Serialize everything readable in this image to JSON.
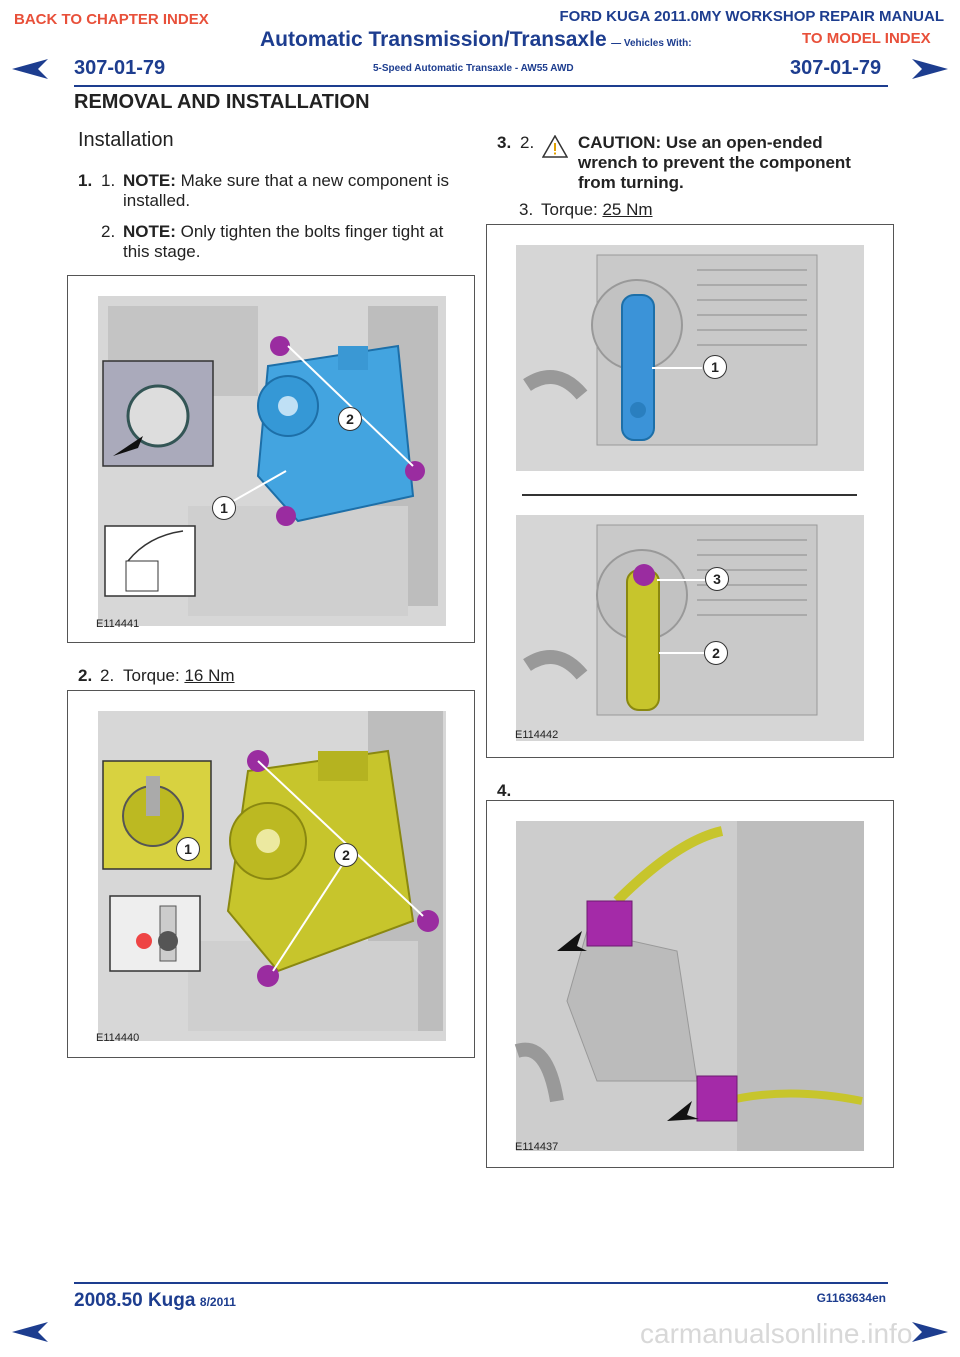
{
  "nav": {
    "back_chapter": "BACK TO CHAPTER INDEX",
    "to_model": "TO MODEL INDEX"
  },
  "header": {
    "manual_title": "FORD KUGA 2011.0MY WORKSHOP REPAIR MANUAL",
    "section_title": "Automatic Transmission/Transaxle",
    "vehicles_with": "— Vehicles With:",
    "subtitle": "5-Speed Automatic Transaxle - AW55 AWD",
    "page_number_left": "307-01-79",
    "page_number_right": "307-01-79",
    "heading": "REMOVAL AND INSTALLATION"
  },
  "content": {
    "installation_heading": "Installation",
    "step1": {
      "num": "1.",
      "sub1_num": "1.",
      "sub1_note": "NOTE:",
      "sub1_text_a": "Make sure that a new component is",
      "sub1_text_b": "installed.",
      "sub2_num": "2.",
      "sub2_note": "NOTE:",
      "sub2_text_a": "Only tighten the bolts finger tight at",
      "sub2_text_b": "this stage.",
      "figure_id": "E114441"
    },
    "step2": {
      "num": "2.",
      "sub_num": "2.",
      "label": "Torque:",
      "value": "16 Nm",
      "figure_id": "E114440"
    },
    "step3": {
      "num": "3.",
      "sub2_num": "2.",
      "caution_a": "CAUTION: Use an open-ended",
      "caution_b": "wrench to prevent the component",
      "caution_c": "from turning.",
      "sub3_num": "3.",
      "label": "Torque:",
      "value": "25 Nm",
      "figure_id": "E114442"
    },
    "step4": {
      "num": "4.",
      "figure_id": "E114437"
    }
  },
  "callouts": {
    "one": "1",
    "two": "2",
    "three": "3"
  },
  "footer": {
    "model": "2008.50 Kuga",
    "date": "8/2011",
    "doc_code": "G1163634en",
    "watermark": "carmanualsonline.info"
  }
}
